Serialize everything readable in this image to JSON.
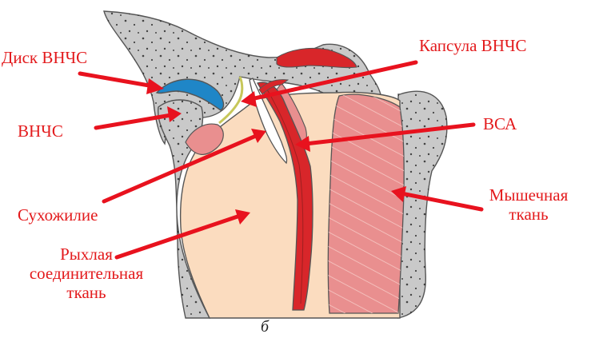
{
  "colors": {
    "label": "#e31a1c",
    "arrow": "#e8121e",
    "bone": "#c9c9c9",
    "bone_dots": "#2b2b2b",
    "loose_tissue": "#fbdcbf",
    "muscle": "#e98f8f",
    "artery": "#d8262a",
    "disc": "#1f86c7",
    "outline": "#555555"
  },
  "labels": {
    "disk": "Диск ВНЧС",
    "joint": "ВНЧС",
    "tendon": "Сухожилие",
    "loose_line1": "Рыхлая",
    "loose_line2": "соединительная",
    "loose_line3": "ткань",
    "capsule": "Капсула ВНЧС",
    "ica": "ВСА",
    "muscle_line1": "Мышечная",
    "muscle_line2": "ткань"
  },
  "caption": "б"
}
